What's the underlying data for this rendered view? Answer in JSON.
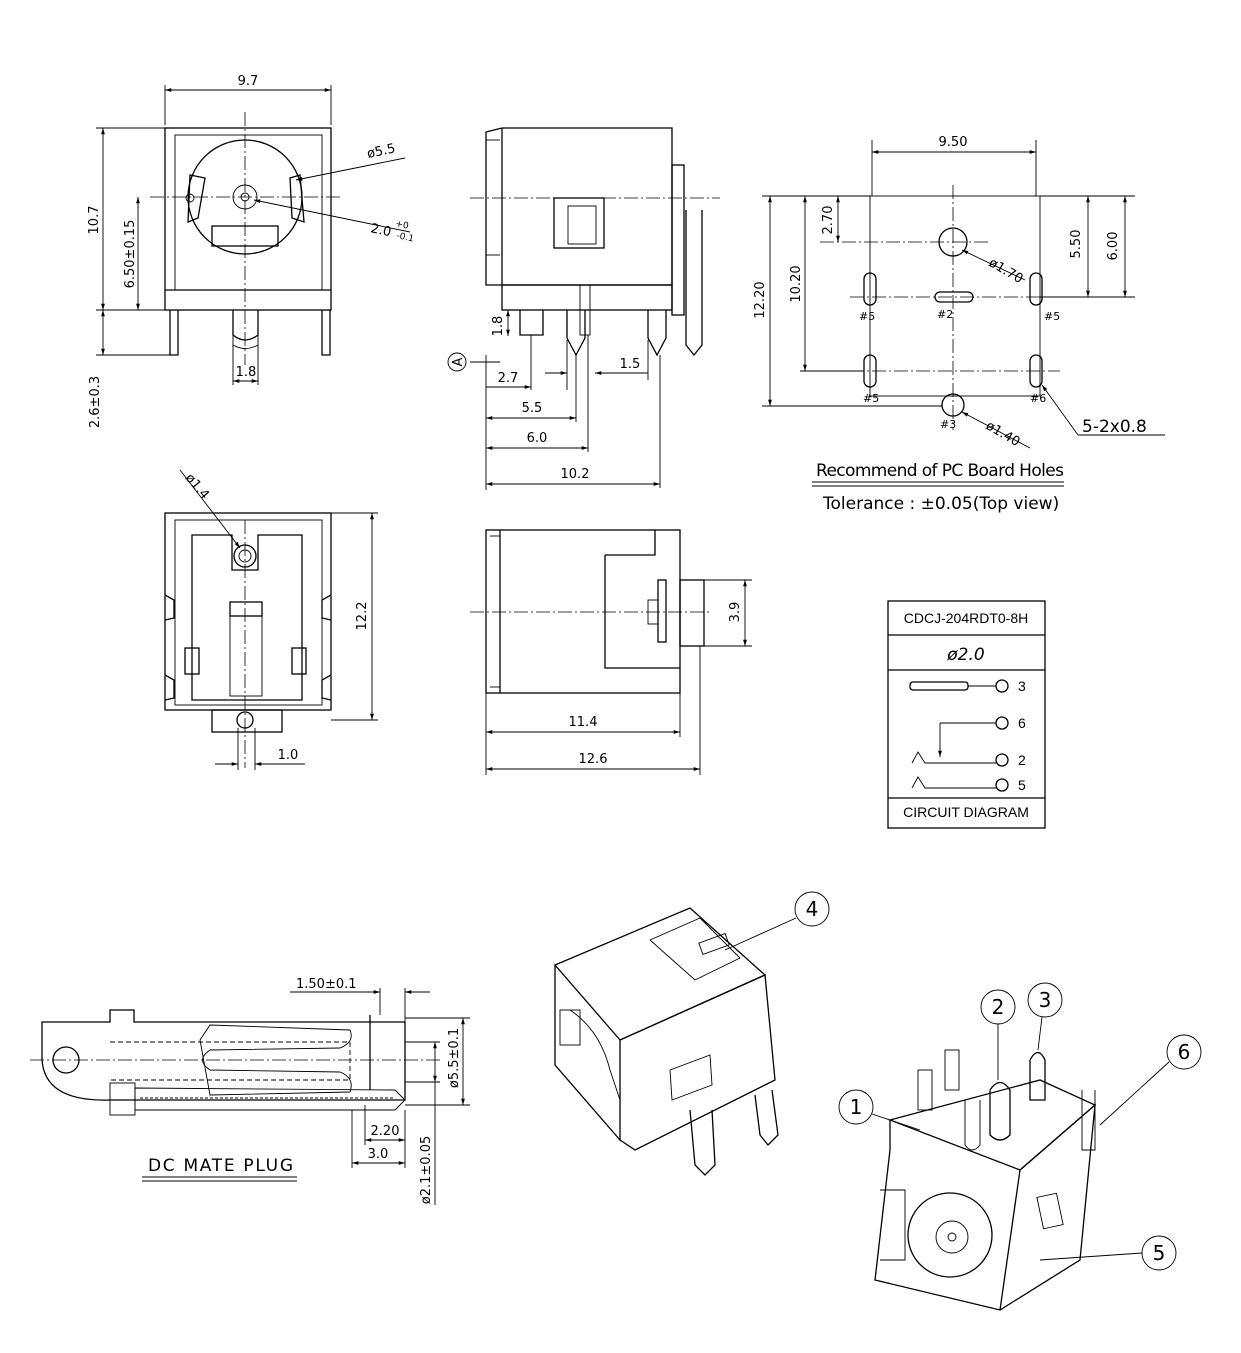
{
  "top_view": {
    "width": "9.7",
    "height": "10.7",
    "center_height": "6.50±0.15",
    "pin_length": "2.6±0.3",
    "pin_width": "1.8",
    "outer_diameter": "ø5.5",
    "pin_diameter": "2.0",
    "pin_diameter_tol_upper": "+0",
    "pin_diameter_tol_lower": "-0.1"
  },
  "side_view": {
    "datum": "A",
    "pin_height": "1.8",
    "dim_2_7": "2.7",
    "dim_1_5": "1.5",
    "dim_5_5": "5.5",
    "dim_6_0": "6.0",
    "dim_10_2": "10.2"
  },
  "pcb_holes": {
    "width": "9.50",
    "offset_2_70": "2.70",
    "height_5_50": "5.50",
    "height_6_00": "6.00",
    "height_12_20": "12.20",
    "height_10_20": "10.20",
    "hole_1_70": "ø1.70",
    "hole_1_40": "ø1.40",
    "slot": "5-2x0.8",
    "pin2": "#2",
    "pin3": "#3",
    "pin5": "#5",
    "pin6": "#6",
    "title": "Recommend of PC Board Holes",
    "tolerance": "Tolerance : ±0.05(Top view)"
  },
  "bottom_view": {
    "hole": "ø1.4",
    "height": "12.2",
    "pin_offset": "1.0"
  },
  "rear_view": {
    "height": "3.9",
    "depth": "11.4",
    "length": "12.6"
  },
  "circuit": {
    "part_number": "CDCJ-204RDT0-8H",
    "pin_size": "ø2.0",
    "pins": [
      "3",
      "6",
      "2",
      "5"
    ],
    "caption": "CIRCUIT DIAGRAM"
  },
  "mate_plug": {
    "dim_1_50": "1.50±0.1",
    "dim_5_5": "ø5.5±0.1",
    "dim_2_20": "2.20",
    "dim_3_0": "3.0",
    "dim_2_1": "ø2.1±0.05",
    "title": "DC MATE PLUG"
  },
  "balloons": [
    "1",
    "2",
    "3",
    "4",
    "5",
    "6"
  ]
}
